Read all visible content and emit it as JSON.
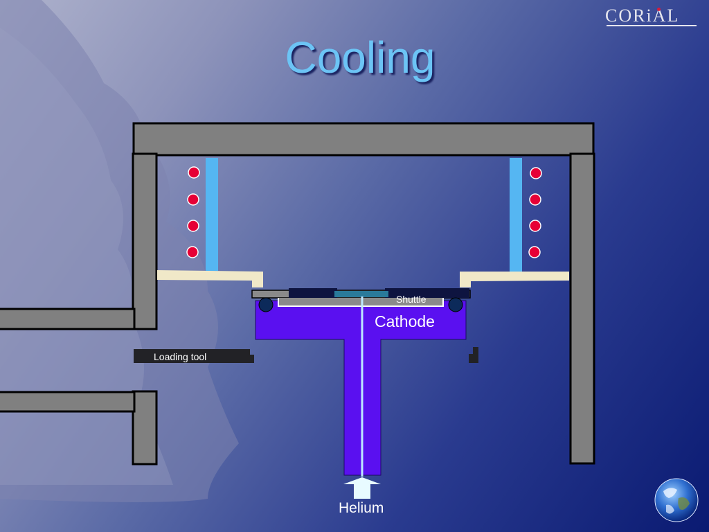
{
  "slide": {
    "title": "Cooling",
    "logo": "CORiAL"
  },
  "labels": {
    "shuttle": "Shuttle",
    "cathode": "Cathode",
    "loading_tool": "Loading tool",
    "helium": "Helium"
  },
  "colors": {
    "background_dark": "#0a1a72",
    "background_light": "#aeb2cc",
    "chamber_wall": "#808080",
    "cathode": "#5a10f0",
    "cooling_line": "#55b6f2",
    "coil": "#e60036",
    "liner": "#f0e8c8",
    "title": "#6cc4f5"
  },
  "icons": [
    "globe-icon"
  ]
}
